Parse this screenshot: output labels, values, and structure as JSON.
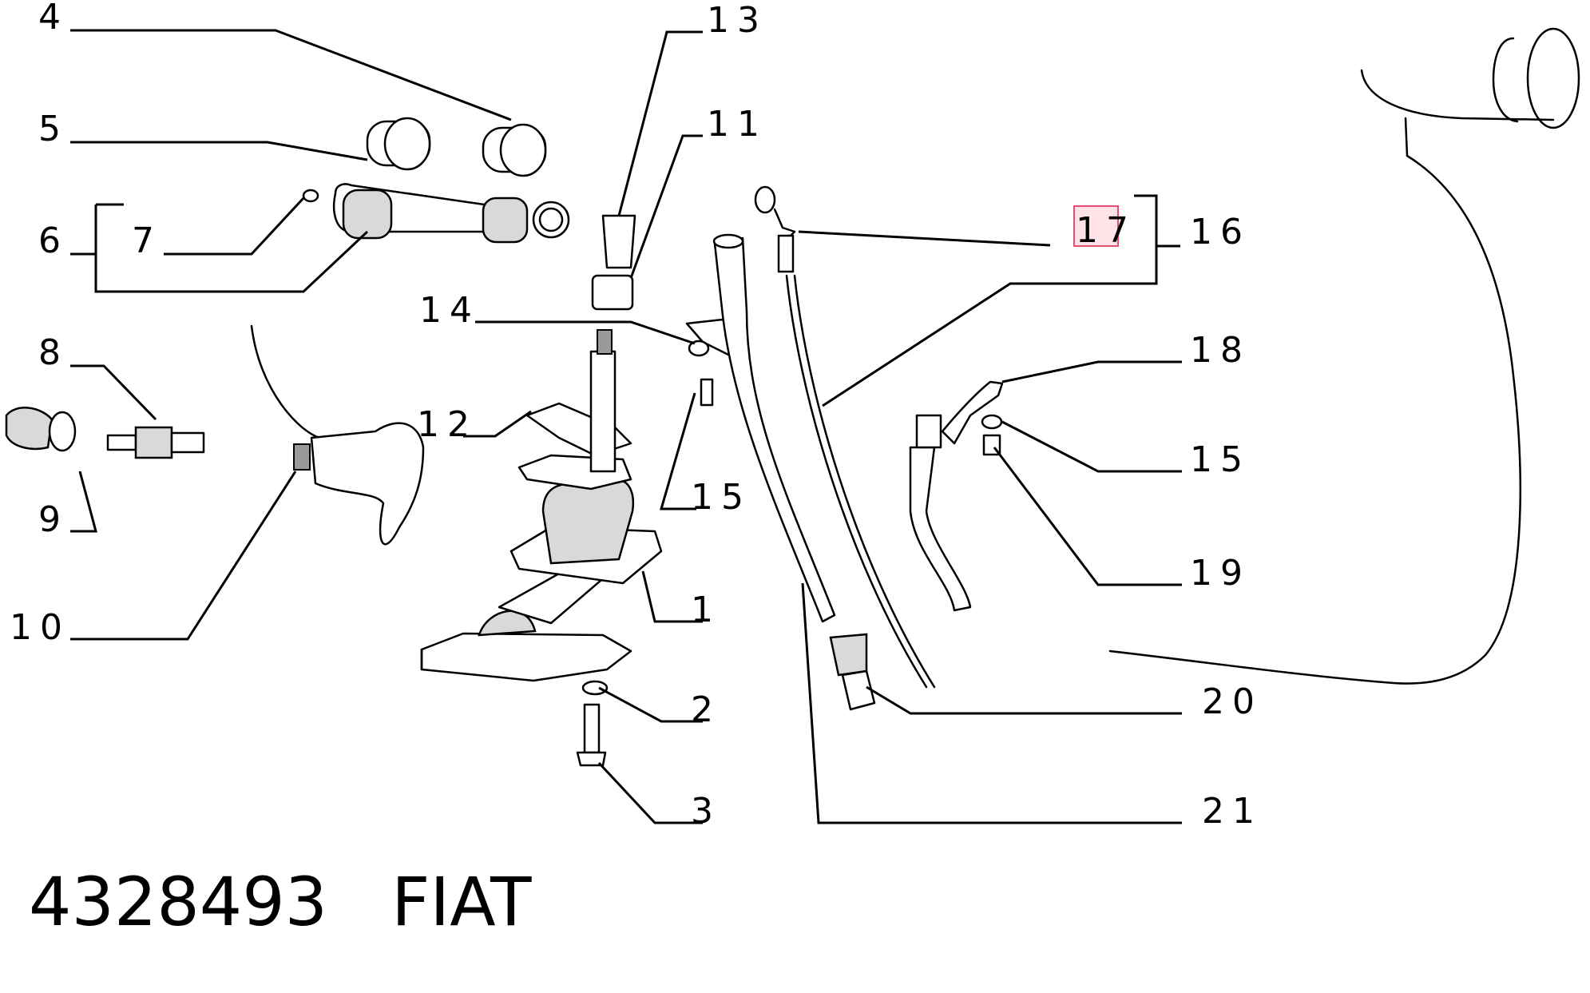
{
  "part_number": "4328493",
  "brand": "FIAT",
  "highlighted_callout": "17",
  "callouts": [
    "1",
    "2",
    "3",
    "4",
    "5",
    "6",
    "7",
    "8",
    "9",
    "10",
    "11",
    "12",
    "13",
    "14",
    "15",
    "15",
    "16",
    "17",
    "18",
    "19",
    "20",
    "21"
  ],
  "colors": {
    "line": "#000000",
    "highlight_fill": "#ffe3e8",
    "highlight_stroke": "#e05070"
  }
}
